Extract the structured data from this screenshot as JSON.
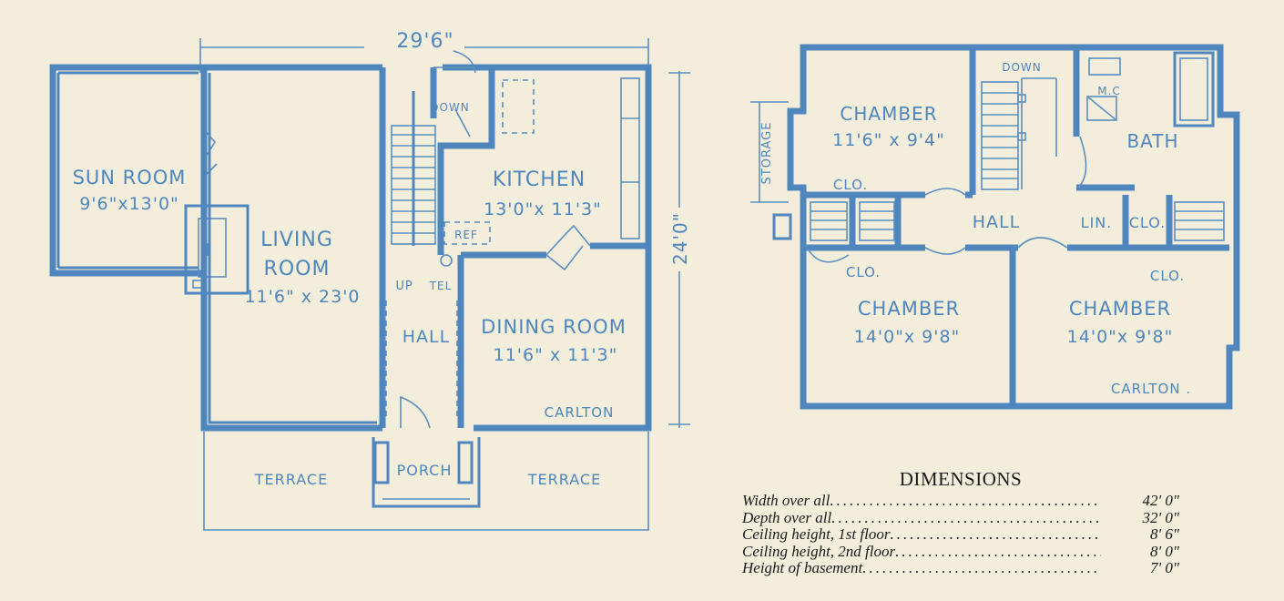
{
  "first_floor": {
    "overall_width": "29'6\"",
    "overall_depth": "24'0\"",
    "rooms": {
      "sun_room": {
        "name": "SUN ROOM",
        "size": "9'6\"x13'0\""
      },
      "living_room": {
        "name_line1": "LIVING",
        "name_line2": "ROOM",
        "size": "11'6\" x 23'0"
      },
      "kitchen": {
        "name": "KITCHEN",
        "size": "13'0\"x 11'3\""
      },
      "dining_room": {
        "name": "DINING ROOM",
        "size": "11'6\" x 11'3\""
      },
      "hall": "HALL",
      "porch": "PORCH",
      "terrace_left": "TERRACE",
      "terrace_right": "TERRACE"
    },
    "labels": {
      "down": "DOWN",
      "up": "UP",
      "tel": "TEL",
      "ref": "REF",
      "carlton": "CARLTON"
    }
  },
  "second_floor": {
    "rooms": {
      "chamber_top": {
        "name": "CHAMBER",
        "size": "11'6\" x 9'4\""
      },
      "chamber_left": {
        "name": "CHAMBER",
        "size": "14'0\"x 9'8\""
      },
      "chamber_right": {
        "name": "CHAMBER",
        "size": "14'0\"x 9'8\""
      },
      "bath": "BATH",
      "hall": "HALL",
      "lin": "LIN.",
      "clo_right": "CLO.",
      "clo_top": "CLO.",
      "clo_left": "CLO.",
      "clo_br": "CLO.",
      "storage": "STORAGE"
    },
    "labels": {
      "down": "DOWN",
      "mc": "M.C",
      "carlton": "CARLTON ."
    }
  },
  "dimensions": {
    "title": "DIMENSIONS",
    "rows": [
      {
        "label": "Width over all",
        "value": "42' 0\""
      },
      {
        "label": "Depth over all",
        "value": "32' 0\""
      },
      {
        "label": "Ceiling height, 1st floor",
        "value": "8' 6\""
      },
      {
        "label": "Ceiling height, 2nd floor",
        "value": "8' 0\""
      },
      {
        "label": "Height of basement",
        "value": "7' 0\""
      }
    ]
  }
}
